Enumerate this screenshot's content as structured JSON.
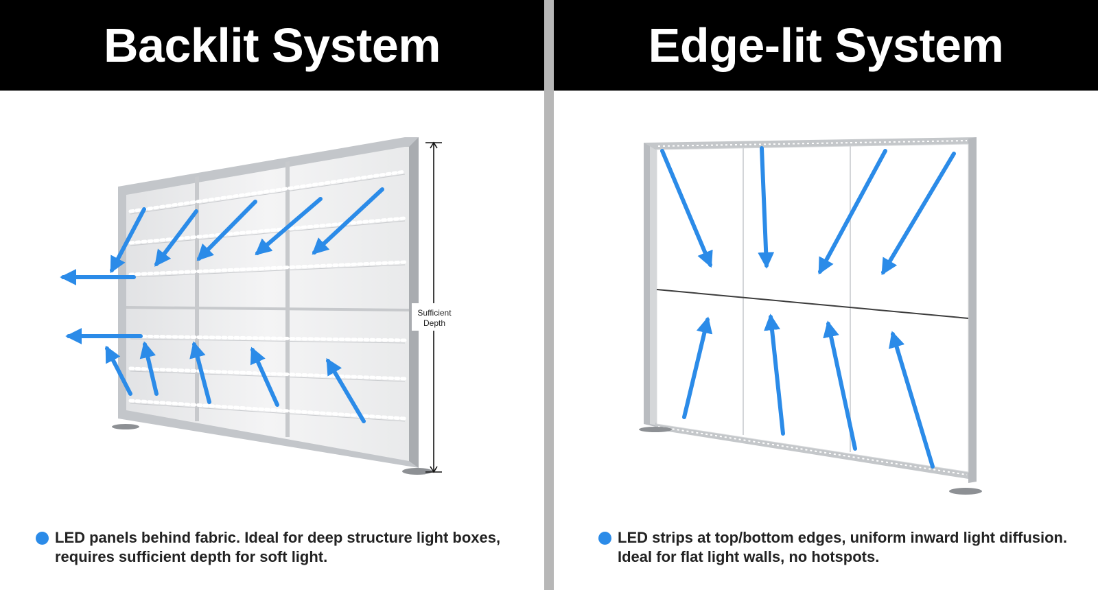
{
  "left": {
    "title": "Backlit System",
    "depth_label_line1": "Sufficient",
    "depth_label_line2": "Depth",
    "caption": "LED panels behind fabric. Ideal for deep structure light boxes, requires sufficient depth for soft light."
  },
  "right": {
    "title": "Edge-lit System",
    "caption": "LED strips at top/bottom edges, uniform inward light diffusion. Ideal for flat light walls, no hotspots."
  },
  "colors": {
    "arrow": "#2b8be8",
    "header_bg": "#000000",
    "header_text": "#ffffff",
    "divider": "#b7b7b7",
    "frame": "#b9bcc0"
  }
}
